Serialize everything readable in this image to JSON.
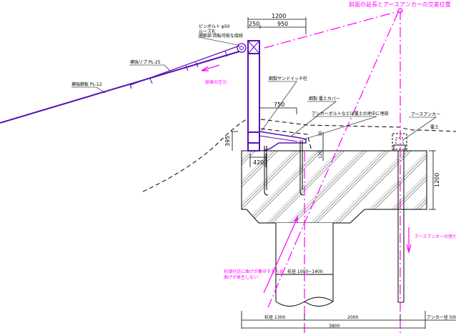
{
  "labels": {
    "top_note": "斜面の延長とアースアンカーの交差位置",
    "pin_bolt_1": "ピンボルト φ50",
    "pin_bolt_2": "ルーズ孔",
    "pin_bolt_3": "関節部 回転可能な接続",
    "rib": "補強リブ PL-25",
    "plate": "補強鋼板 PL-12",
    "slope_force": "崩壊の圧力",
    "column": "鋼製サンドイッチ柱",
    "cover": "鋼製 覆土カバー",
    "anchor_bolt": "アンカーボルトなどは覆土の地中に埋設",
    "earth_anchor": "アースアンカー",
    "ground": "覆土",
    "anchor_force": "アースアンカーの張力",
    "pile": "杭径 1000~1400",
    "moment_note_1": "杭頭付近に曲げが集中するため",
    "moment_note_2": "曲げが発生しない"
  },
  "dimensions": {
    "d1200_top": "1200",
    "d250": "250",
    "d950": "950",
    "d750": "750",
    "d395": "395",
    "d420": "420",
    "d30": "30",
    "d120": "120",
    "d1200_right": "1200",
    "pile_width": "杭径 1300",
    "d2000": "2000",
    "anchor_dia": "アンカー径 500",
    "d3800": "3800"
  },
  "colors": {
    "structure": "#5a0fb4",
    "annotation": "#ff00ff",
    "line": "#000000"
  }
}
